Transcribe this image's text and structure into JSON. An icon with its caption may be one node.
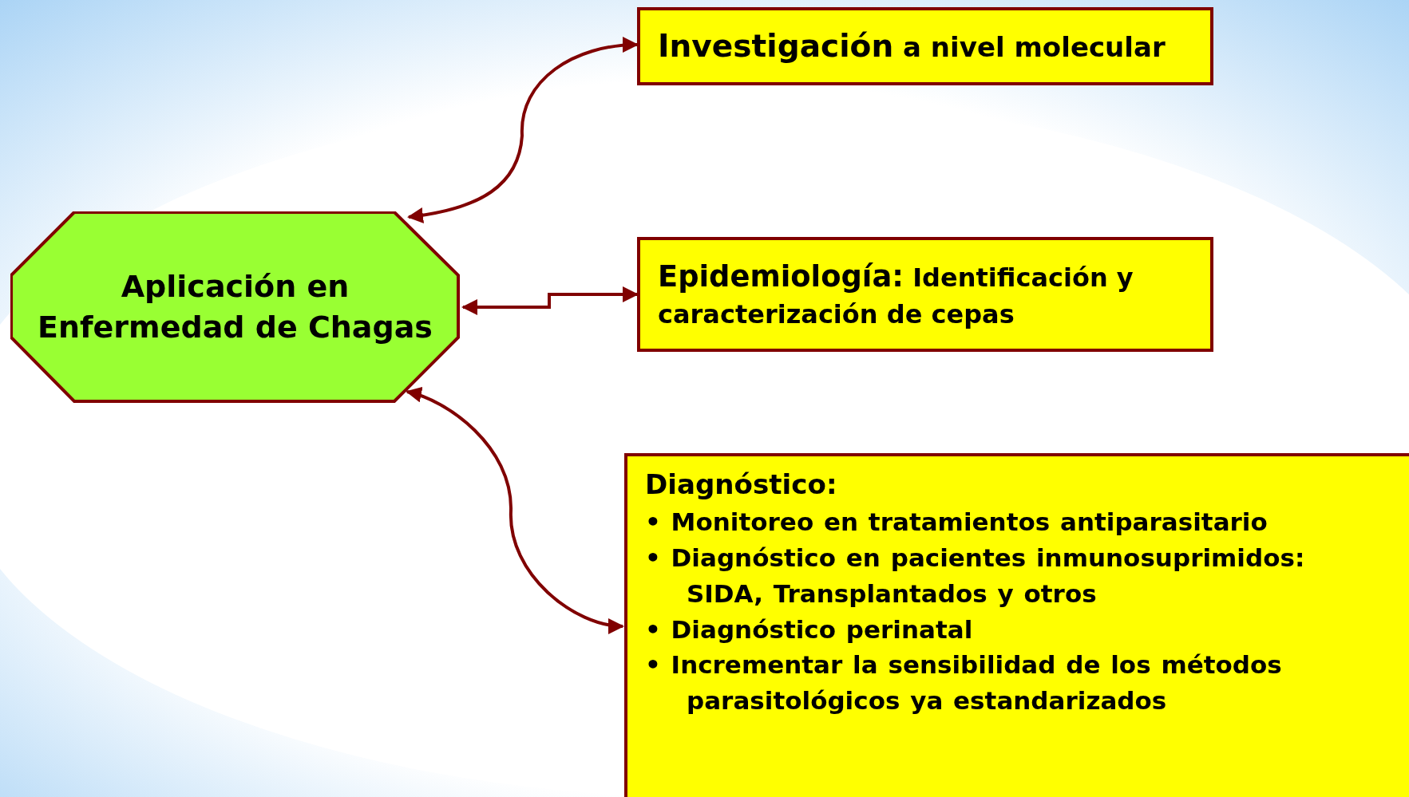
{
  "diagram": {
    "nodes": [
      {
        "text": [
          "Aplicación en Enfermedad de Chagas"
        ]
      },
      {
        "text": [
          "**Investigación** a nivel molecular"
        ]
      },
      {
        "text": [
          "**Epidemiología:** Identificación y caracterización de cepas"
        ]
      },
      {
        "text": [
          "Diagnóstico:",
          "• Monitoreo en tratamientos antiparasitario",
          "• Diagnóstico en pacientes inmunosuprimidos: SIDA, Transplantados y otros",
          "• Diagnóstico perinatal",
          "• Incrementar la sensibilidad de los métodos parasitológicos ya estandarizados"
        ]
      }
    ],
    "edges": [
      {
        "from": 0,
        "to": 1,
        "arrow": "both"
      },
      {
        "from": 0,
        "to": 2,
        "arrow": "both"
      },
      {
        "from": 0,
        "to": 3,
        "arrow": "both"
      }
    ]
  }
}
